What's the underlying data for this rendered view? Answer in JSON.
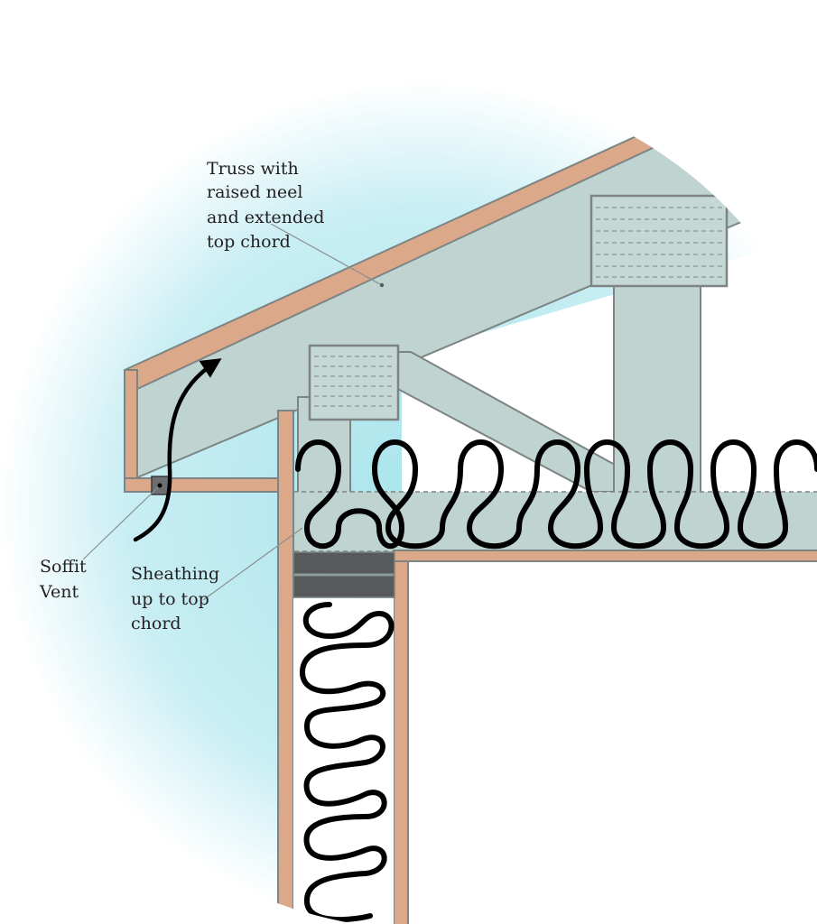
{
  "labels": {
    "truss": [
      "Truss with",
      "raised neel",
      "and extended",
      "top chord"
    ],
    "soffit": [
      "Soffit",
      "Vent"
    ],
    "sheathing": [
      "Sheathing",
      "up to top",
      "chord"
    ]
  },
  "colors": {
    "background": "#ffffff",
    "air_gradient_inner": "#a9e4ec",
    "air_gradient_outer": "#ffffff",
    "truss_fill": "#bfd3d0",
    "truss_stroke": "#7d8483",
    "lumber_fill": "#dba88a",
    "lumber_stroke": "#7d8483",
    "gusset_fill": "#c5d8d6",
    "insulation_stroke": "#000000",
    "insulation_fill": "#bfd3d0",
    "header_fill": "#58595b",
    "arrow": "#000000",
    "leader": "#8a8f8f"
  },
  "icons": {
    "airflow_arrow": "airflow-arrow-icon",
    "soffit_vent": "soffit-vent-icon"
  }
}
